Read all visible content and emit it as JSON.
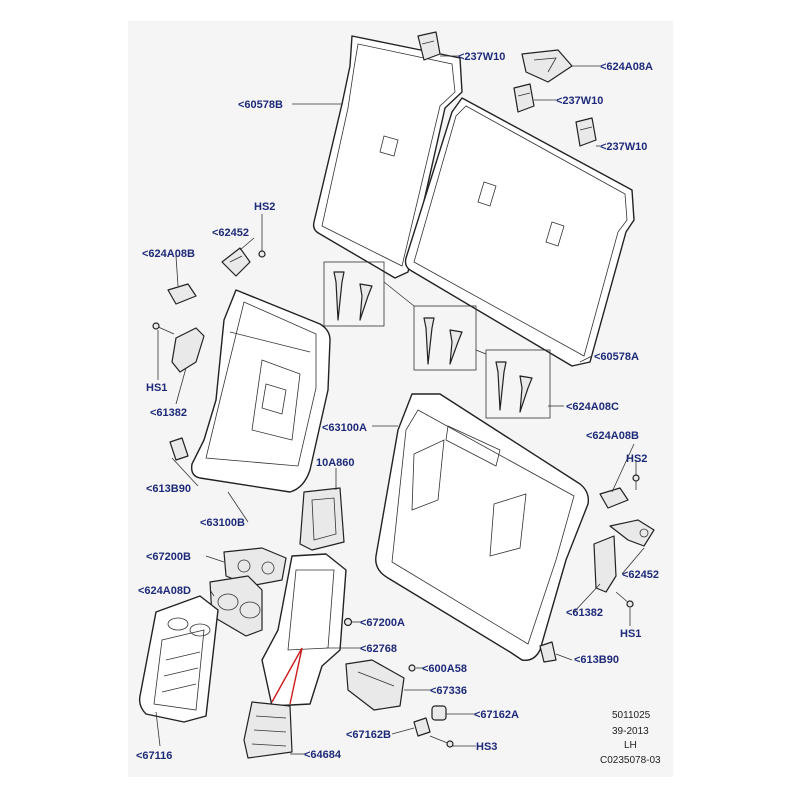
{
  "labels": {
    "l237w10_1": "<237W10",
    "l624a08a": "<624A08A",
    "l237w10_2": "<237W10",
    "l237w10_3": "<237W10",
    "l60578b": "<60578B",
    "hs2_left": "HS2",
    "l62452_left": "<62452",
    "l624a08b_left": "<624A08B",
    "hs1_left": "HS1",
    "l61382_left": "<61382",
    "l613b90_left": "<613B90",
    "l63100b": "<63100B",
    "l10a860": "10A860",
    "l63100a": "<63100A",
    "l60578a": "<60578A",
    "l624a08c": "<624A08C",
    "l624a08b_right": "<624A08B",
    "hs2_right": "HS2",
    "l62452_right": "<62452",
    "l61382_right": "<61382",
    "hs1_right": "HS1",
    "l613b90_right": "<613B90",
    "l67200b": "<67200B",
    "l624a08d": "<624A08D",
    "l67200a": "<67200A",
    "l62768": "<62768",
    "l600a58": "<600A58",
    "l67336": "<67336",
    "l67162a": "<67162A",
    "l67162b": "<67162B",
    "hs3": "HS3",
    "l67116": "<67116",
    "l64684": "<64684"
  },
  "footer": {
    "line1": "5011025",
    "line2": "39-2013",
    "line3": "LH",
    "line4": "C0235078-03"
  }
}
